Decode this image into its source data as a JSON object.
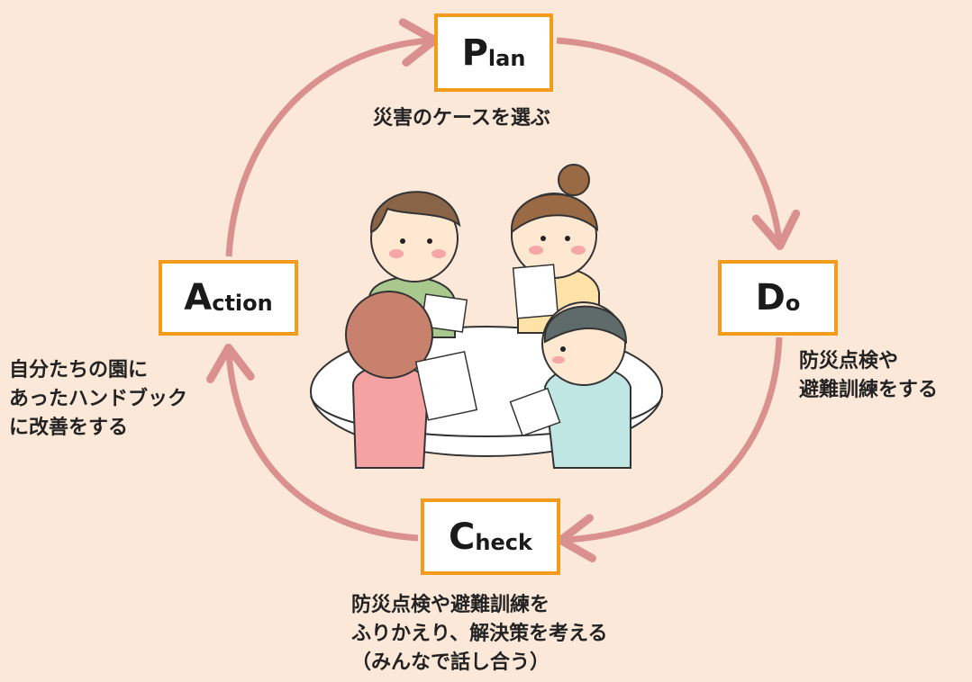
{
  "colors": {
    "background": "#fbe8d8",
    "arrow": "#d9908f",
    "box_border": "#f39c1c"
  },
  "stages": {
    "plan": {
      "initial": "P",
      "rest": "lan",
      "description": [
        "災害のケースを選ぶ"
      ]
    },
    "do": {
      "initial": "D",
      "rest": "o",
      "description": [
        "防災点検や",
        "避難訓練をする"
      ]
    },
    "check": {
      "initial": "C",
      "rest": "heck",
      "description": [
        "防災点検や避難訓練を",
        "ふりかえり、解決策を考える",
        "（みんなで話し合う）"
      ]
    },
    "action": {
      "initial": "A",
      "rest": "ction",
      "description": [
        "自分たちの園に",
        "あったハンドブック",
        "に改善をする"
      ]
    }
  },
  "illustration": {
    "icon": "people-meeting-around-table-illustration"
  }
}
